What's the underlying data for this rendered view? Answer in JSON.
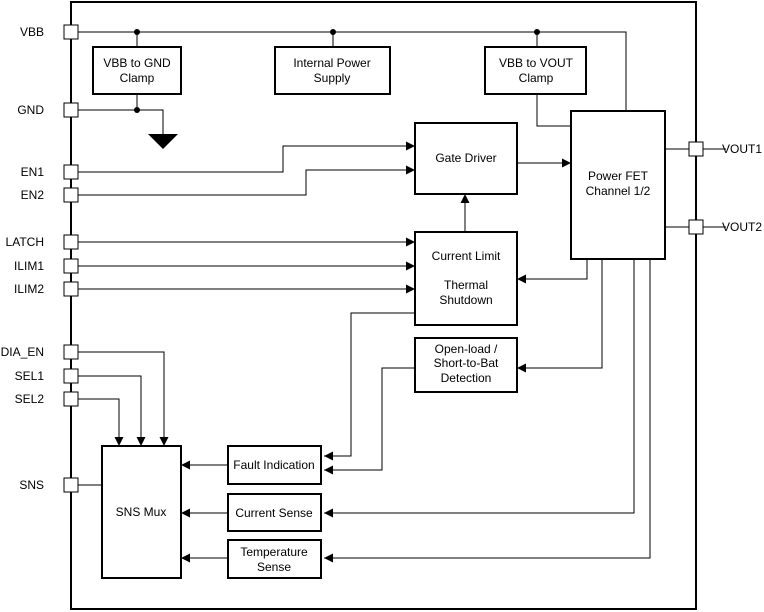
{
  "pins": {
    "vbb": "VBB",
    "gnd": "GND",
    "en1": "EN1",
    "en2": "EN2",
    "latch": "LATCH",
    "ilim1": "ILIM1",
    "ilim2": "ILIM2",
    "dia_en": "DIA_EN",
    "sel1": "SEL1",
    "sel2": "SEL2",
    "sns": "SNS",
    "vout1": "VOUT1",
    "vout2": "VOUT2"
  },
  "blocks": {
    "vbb_gnd_clamp": [
      "VBB to GND",
      "Clamp"
    ],
    "internal_power_supply": [
      "Internal Power",
      "Supply"
    ],
    "vbb_vout_clamp": [
      "VBB to VOUT",
      "Clamp"
    ],
    "gate_driver": [
      "Gate Driver"
    ],
    "power_fet": [
      "Power FET",
      "Channel 1/2"
    ],
    "current_limit": [
      "Current Limit"
    ],
    "thermal_shutdown": [
      "Thermal",
      "Shutdown"
    ],
    "open_load": [
      "Open-load /",
      "Short-to-Bat",
      "Detection"
    ],
    "fault_indication": [
      "Fault Indication"
    ],
    "current_sense": [
      "Current Sense"
    ],
    "temperature_sense": [
      "Temperature",
      "Sense"
    ],
    "sns_mux": [
      "SNS Mux"
    ]
  },
  "colors": {
    "line": "#000000",
    "background": "#ffffff"
  }
}
